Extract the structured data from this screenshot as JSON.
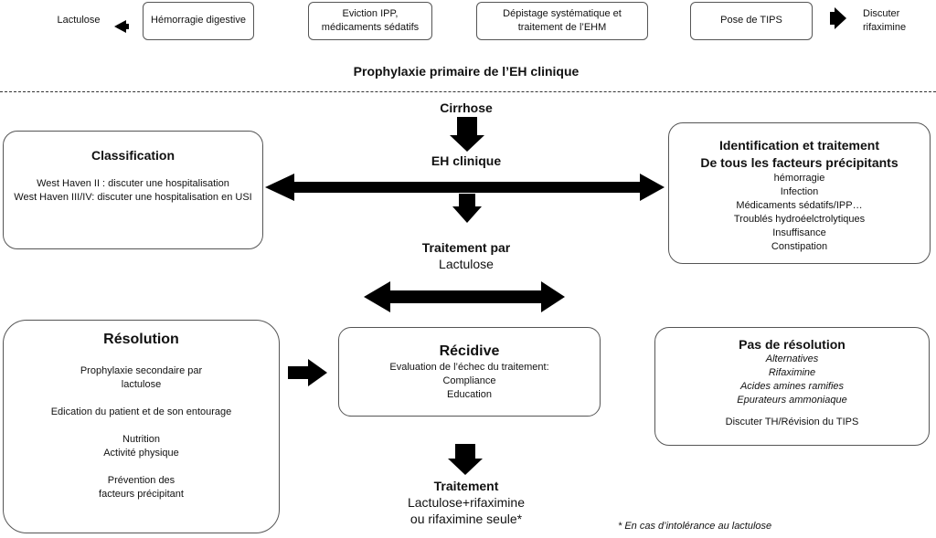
{
  "top_row": {
    "left_label": "Lactulose",
    "boxes": [
      {
        "lines": [
          "Hémorragie digestive"
        ]
      },
      {
        "lines": [
          "Eviction IPP,",
          "médicaments sédatifs"
        ]
      },
      {
        "lines": [
          "Dépistage systématique et",
          "traitement de l’EHM"
        ]
      },
      {
        "lines": [
          "Pose de TIPS"
        ]
      }
    ],
    "right_label": [
      "Discuter",
      "rifaximine"
    ]
  },
  "primary_title": "Prophylaxie primaire de l’EH clinique",
  "cirrhose": "Cirrhose",
  "eh_clinique": "EH clinique",
  "classification": {
    "title": "Classification",
    "lines": [
      "West Haven  II : discuter une hospitalisation",
      "West Haven III/IV: discuter une hospitalisation en USI"
    ]
  },
  "identification": {
    "title": [
      "Identification et traitement",
      "De tous les facteurs précipitants"
    ],
    "lines": [
      "hémorragie",
      "Infection",
      "Médicaments sédatifs/IPP…",
      "Troublés hydroéelctrolytiques",
      "Insuffisance",
      "Constipation"
    ]
  },
  "traitement_par": {
    "title": "Traitement par",
    "sub": "Lactulose"
  },
  "resolution": {
    "title": "Résolution",
    "lines": [
      "Prophylaxie secondaire par",
      "lactulose",
      "",
      "Edication du patient et de son entourage",
      "",
      "Nutrition",
      "Activité physique",
      "",
      "Prévention des",
      "facteurs précipitant"
    ]
  },
  "recidive": {
    "title": "Récidive",
    "lines": [
      "Evaluation de l’échec du traitement:",
      "Compliance",
      "Education"
    ]
  },
  "pas_resolution": {
    "title": "Pas  de résolution",
    "italic_lines": [
      "Alternatives",
      "Rifaximine",
      "Acides amines ramifies",
      "Epurateurs ammoniaque"
    ],
    "footer": "Discuter  TH/Révision du TIPS"
  },
  "traitement_final": {
    "title": "Traitement",
    "lines": [
      "Lactulose+rifaximine",
      "ou rifaximine seule*"
    ]
  },
  "footnote": "* En cas d’intolérance au lactulose",
  "colors": {
    "arrow": "#000000",
    "border": "#555555",
    "divider": "#333333"
  }
}
